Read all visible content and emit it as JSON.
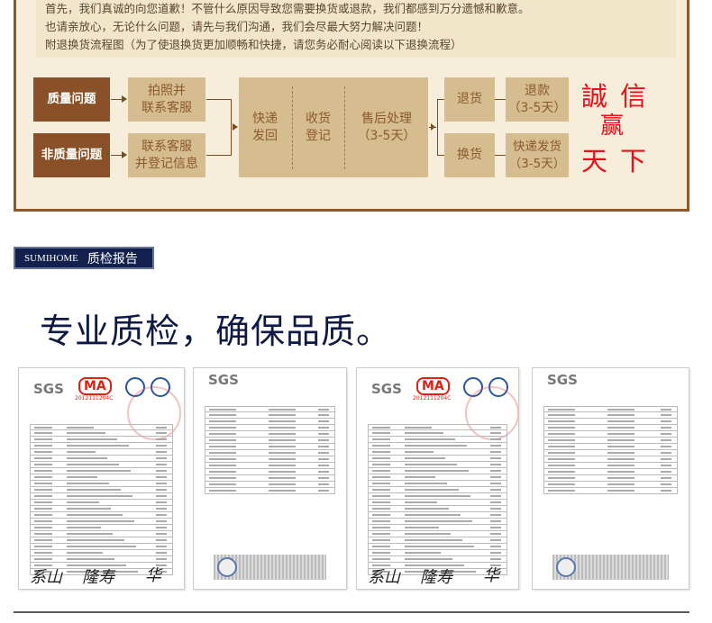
{
  "intro": [
    "首先，我们真诚的向您道歉！不管什么原因导致您需要换货或退款，我们都感到万分遗憾和歉意。",
    "也请亲放心，无论什么问题，请先与我们沟通，我们会尽最大努力解决问题！",
    "附退换货流程图（为了使退换货更加顺畅和快捷，请您务必耐心阅读以下退换流程）"
  ],
  "flow": {
    "quality": "质量问题",
    "non_quality": "非质量问题",
    "photo": [
      "拍照并",
      "联系客服"
    ],
    "contact": [
      "联系客服",
      "并登记信息"
    ],
    "ship_back": [
      "快递",
      "发回"
    ],
    "receive": [
      "收货",
      "登记"
    ],
    "after_sale": [
      "售后处理",
      "（3-5天）"
    ],
    "return": "退货",
    "refund": [
      "退款",
      "（3-5天）"
    ],
    "exchange": "换货",
    "reship": [
      "快递发货",
      "（3-5天）"
    ]
  },
  "slogan": [
    "誠",
    "信",
    "赢",
    "天",
    "下"
  ],
  "banner": {
    "brand": "SUMIHOME",
    "title": "质检报告"
  },
  "headline": "专业质检，确保品质。",
  "docs": {
    "sgs": "SGS",
    "ma": "MA",
    "ma_no": "2012111204C"
  },
  "colors": {
    "brown": "#8a5128",
    "tan": "#d6bd90",
    "navy": "#12204e",
    "red": "#e8101a"
  }
}
